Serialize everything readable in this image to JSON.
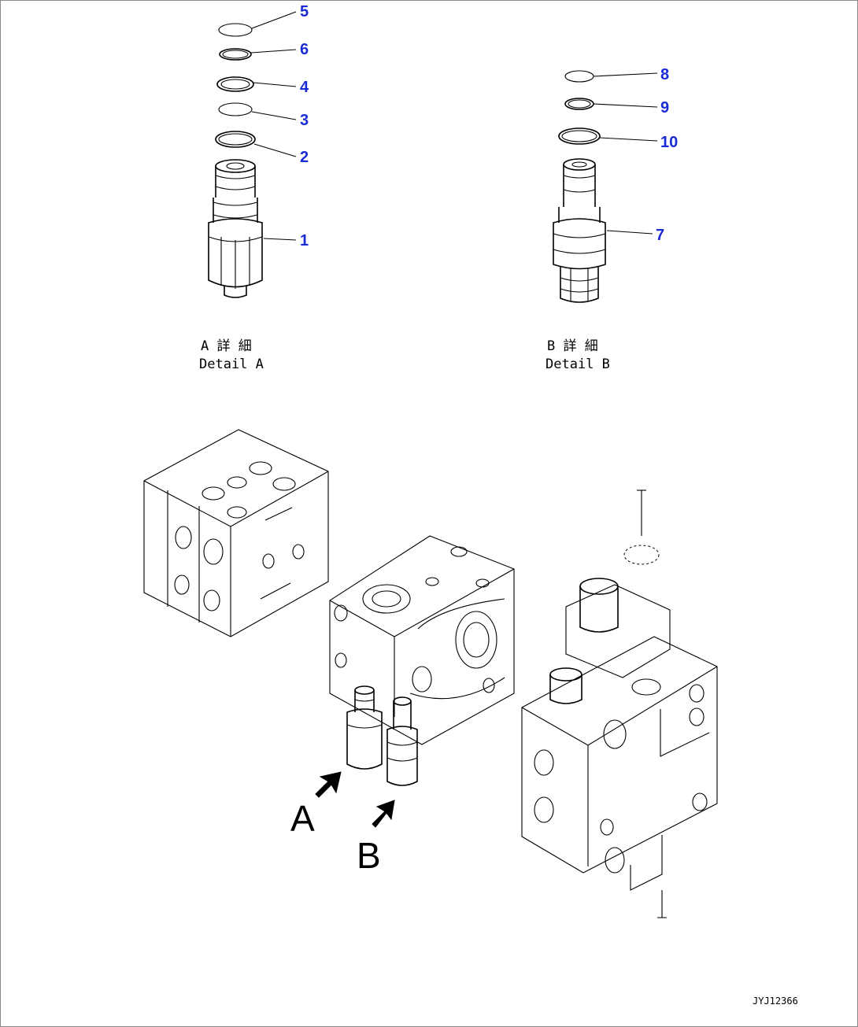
{
  "detail_a": {
    "callouts": [
      "5",
      "6",
      "4",
      "3",
      "2",
      "1"
    ],
    "caption_jp": "A 詳 細",
    "caption_en": "Detail A"
  },
  "detail_b": {
    "callouts": [
      "8",
      "9",
      "10",
      "7"
    ],
    "caption_jp": "B 詳 細",
    "caption_en": "Detail B"
  },
  "view_labels": {
    "a": "A",
    "b": "B"
  },
  "drawing_code": "JYJ12366",
  "colors": {
    "callout": "#1a2bd6",
    "line": "#000000",
    "background": "#ffffff"
  }
}
